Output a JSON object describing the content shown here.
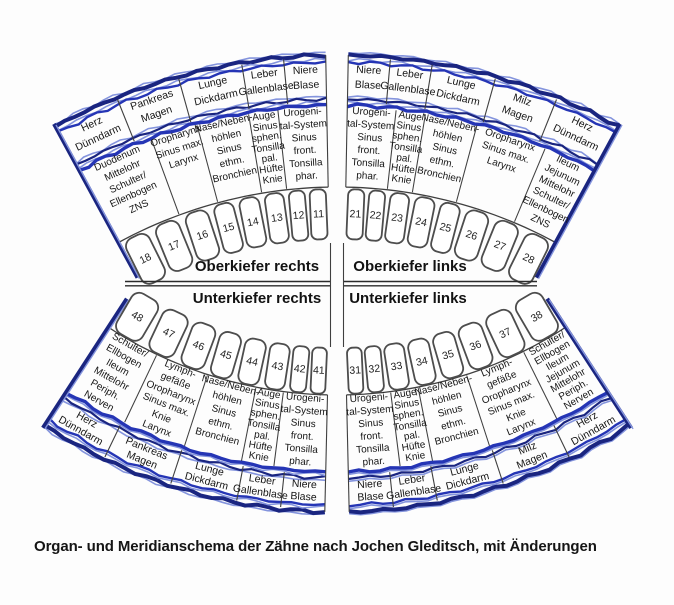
{
  "caption": "Organ- und Meridianschema der Zähne nach Jochen Gleditsch, mit Änderungen",
  "colors": {
    "ink_blue": "#2535b5",
    "ink_blue_light": "#8494dd",
    "ink_blue_dark": "#1a2580",
    "line": "#3f3f3f",
    "text": "#161616",
    "background": "#fdfdfd"
  },
  "quadrants": {
    "top_left": {
      "header": "Oberkiefer rechts",
      "teeth": [
        "18",
        "17",
        "16",
        "15",
        "14",
        "13",
        "12",
        "11"
      ],
      "meridian_band": [
        {
          "lines": [
            "Herz",
            "Dünndarm"
          ]
        },
        {
          "lines": [
            "Pankreas",
            "Magen"
          ]
        },
        {
          "lines": [
            "Lunge",
            "Dickdarm"
          ]
        },
        {
          "lines": [
            "Leber",
            "Gallenblase"
          ]
        },
        {
          "lines": [
            "Niere",
            "Blase"
          ]
        }
      ],
      "organ_zones": [
        {
          "lines": [
            "Duodenum",
            "Mittelohr",
            "Schulter/",
            "Ellenbogen",
            "ZNS"
          ]
        },
        {
          "lines": [
            "Oropharynx",
            "Sinus max.",
            "Larynx"
          ]
        },
        {
          "lines": [
            "Nase/Neben-",
            "höhlen",
            "Sinus",
            "ethm.",
            "Bronchien"
          ]
        },
        {
          "lines": [
            "Auge",
            "Sinus",
            "sphen.",
            "Tonsilla",
            "pal.",
            "Hüfte",
            "Knie"
          ]
        },
        {
          "lines": [
            "Urogeni-",
            "tal-System",
            "Sinus",
            "front.",
            "Tonsilla",
            "phar."
          ]
        }
      ]
    },
    "top_right": {
      "header": "Oberkiefer links",
      "teeth": [
        "21",
        "22",
        "23",
        "24",
        "25",
        "26",
        "27",
        "28"
      ],
      "meridian_band": [
        {
          "lines": [
            "Niere",
            "Blase"
          ]
        },
        {
          "lines": [
            "Leber",
            "Gallenblase"
          ]
        },
        {
          "lines": [
            "Lunge",
            "Dickdarm"
          ]
        },
        {
          "lines": [
            "Milz",
            "Magen"
          ]
        },
        {
          "lines": [
            "Herz",
            "Dünndarm"
          ]
        }
      ],
      "organ_zones": [
        {
          "lines": [
            "Urogeni-",
            "tal-System",
            "Sinus",
            "front.",
            "Tonsilla",
            "phar."
          ]
        },
        {
          "lines": [
            "Auge",
            "Sinus",
            "sphen.",
            "Tonsilla",
            "pal.",
            "Hüfte",
            "Knie"
          ]
        },
        {
          "lines": [
            "Nase/Neben-",
            "höhlen",
            "Sinus",
            "ethm.",
            "Bronchien"
          ]
        },
        {
          "lines": [
            "Oropharynx",
            "Sinus max.",
            "Larynx"
          ]
        },
        {
          "lines": [
            "Ileum",
            "Jejunum",
            "Mittelohr",
            "Schulter/",
            "Ellenbogen",
            "ZNS"
          ]
        }
      ]
    },
    "bottom_left": {
      "header": "Unterkiefer rechts",
      "teeth": [
        "48",
        "47",
        "46",
        "45",
        "44",
        "43",
        "42",
        "41"
      ],
      "meridian_band": [
        {
          "lines": [
            "Herz",
            "Dünndarm"
          ]
        },
        {
          "lines": [
            "Pankreas",
            "Magen"
          ]
        },
        {
          "lines": [
            "Lunge",
            "Dickdarm"
          ]
        },
        {
          "lines": [
            "Leber",
            "Gallenblase"
          ]
        },
        {
          "lines": [
            "Niere",
            "Blase"
          ]
        }
      ],
      "organ_zones": [
        {
          "lines": [
            "Schulter/",
            "Ellbogen",
            "Ileum",
            "Mittelohr",
            "Periph.",
            "Nerven"
          ]
        },
        {
          "lines": [
            "Lymph-",
            "gefäße",
            "Oropharynx",
            "Sinus max.",
            "Knie",
            "Larynx"
          ]
        },
        {
          "lines": [
            "Nase/Neben-",
            "höhlen",
            "Sinus",
            "ethm.",
            "Bronchien"
          ]
        },
        {
          "lines": [
            "Auge",
            "Sinus",
            "sphen.",
            "Tonsilla",
            "pal.",
            "Hüfte",
            "Knie"
          ]
        },
        {
          "lines": [
            "Urogeni-",
            "tal-System",
            "Sinus",
            "front.",
            "Tonsilla",
            "phar."
          ]
        }
      ]
    },
    "bottom_right": {
      "header": "Unterkiefer links",
      "teeth": [
        "31",
        "32",
        "33",
        "34",
        "35",
        "36",
        "37",
        "38"
      ],
      "meridian_band": [
        {
          "lines": [
            "Niere",
            "Blase"
          ]
        },
        {
          "lines": [
            "Leber",
            "Gallenblase"
          ]
        },
        {
          "lines": [
            "Lunge",
            "Dickdarm"
          ]
        },
        {
          "lines": [
            "Milz",
            "Magen"
          ]
        },
        {
          "lines": [
            "Herz",
            "Dünndarm"
          ]
        }
      ],
      "organ_zones": [
        {
          "lines": [
            "Urogeni-",
            "tal-System",
            "Sinus",
            "front.",
            "Tonsilla",
            "phar."
          ]
        },
        {
          "lines": [
            "Auge",
            "Sinus",
            "sphen.",
            "Tonsilla",
            "pal.",
            "Hüfte",
            "Knie"
          ]
        },
        {
          "lines": [
            "Nase/Neben-",
            "höhlen",
            "Sinus",
            "ethm.",
            "Bronchien"
          ]
        },
        {
          "lines": [
            "Lymph-",
            "gefäße",
            "Oropharynx",
            "Sinus max.",
            "Knie",
            "Larynx"
          ]
        },
        {
          "lines": [
            "Schulter/",
            "Ellbogen",
            "Ileum",
            "Jejunum",
            "Mittelohr",
            "Periph.",
            "Nerven"
          ]
        }
      ]
    }
  }
}
